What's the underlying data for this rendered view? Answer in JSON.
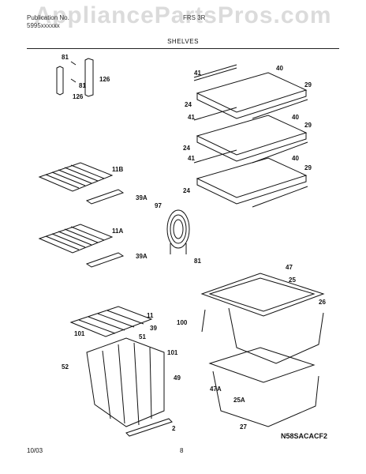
{
  "watermark": "AppliancePartsPros.com",
  "header": {
    "line1": "Publication No.",
    "line2": "5995xxxxxx",
    "model": "FRS 3R"
  },
  "section_title": "SHELVES",
  "callouts": [
    "81",
    "81",
    "126",
    "126",
    "41",
    "40",
    "29",
    "24",
    "41",
    "40",
    "29",
    "24",
    "41",
    "40",
    "29",
    "24",
    "11B",
    "39A",
    "97",
    "11A",
    "39A",
    "81",
    "47",
    "25",
    "26",
    "100",
    "11",
    "39",
    "51",
    "101",
    "101",
    "52",
    "49",
    "47A",
    "25A",
    "27",
    "2"
  ],
  "diagram_code": "N58SACACF2",
  "footer": {
    "date": "10/03",
    "page": "8"
  }
}
